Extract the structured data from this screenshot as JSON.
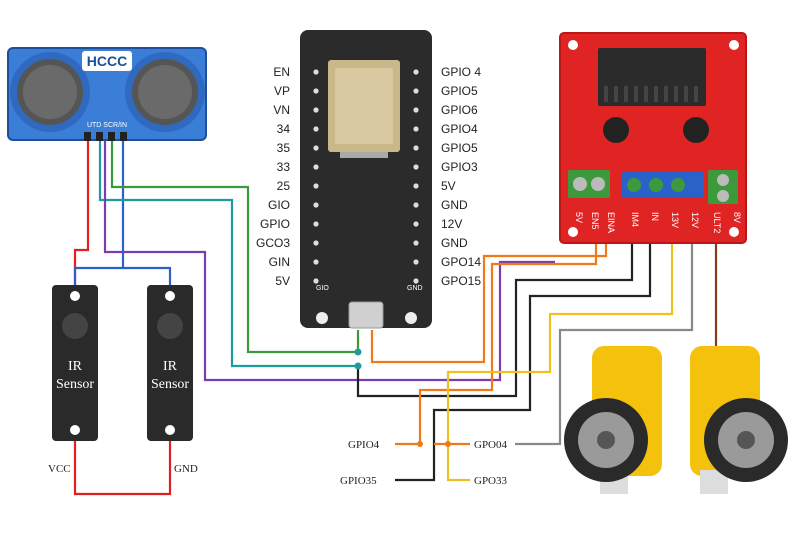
{
  "ultrasonic": {
    "label": "HCCC",
    "pin_text": "UTD  SCR/IN"
  },
  "esp32": {
    "left_pins": [
      "EN",
      "VP",
      "VN",
      "34",
      "35",
      "33",
      "25",
      "GIO",
      "GPIO",
      "GCO3",
      "GIN",
      "5V"
    ],
    "right_pins": [
      "GPIO 4",
      "GPIO5",
      "GPIO6",
      "GPIO4",
      "GPIO5",
      "GPIO3",
      "5V",
      "GND",
      "12V",
      "GND",
      "GPO14",
      "GPO15"
    ],
    "bottom_left_mark": "GIO",
    "bottom_right_mark": "GND"
  },
  "driver": {
    "pin_labels": [
      "5V",
      "EN5",
      "EINA",
      "IM4",
      "IN",
      "13V",
      "12V",
      "ULT2",
      "8V"
    ]
  },
  "ir_sensors": [
    {
      "line1": "IR",
      "line2": "Sensor"
    },
    {
      "line1": "IR",
      "line2": "Sensor"
    }
  ],
  "power_labels": {
    "vcc": "VCC",
    "gnd": "GND"
  },
  "signal_labels": {
    "left_top": "GPIO4",
    "left_bottom": "GPIO35",
    "right_top": "GPO04",
    "right_bottom": "GPO33"
  },
  "colors": {
    "esp32_board": "#2b2b2b",
    "driver_board": "#e02424",
    "ultrasonic_board": "#3b7ed8",
    "ir_board": "#2a2a2a",
    "motor": "#f4c20d",
    "wire_red": "#e02020",
    "wire_blue": "#2a62c8",
    "wire_green": "#3c9a3c",
    "wire_teal": "#1e9c9c",
    "wire_purple": "#7a3cb0",
    "wire_orange": "#f07a1a",
    "wire_yellow": "#f0c020",
    "wire_black": "#222222",
    "wire_gray": "#888888",
    "wire_brown": "#8a3a1a"
  }
}
